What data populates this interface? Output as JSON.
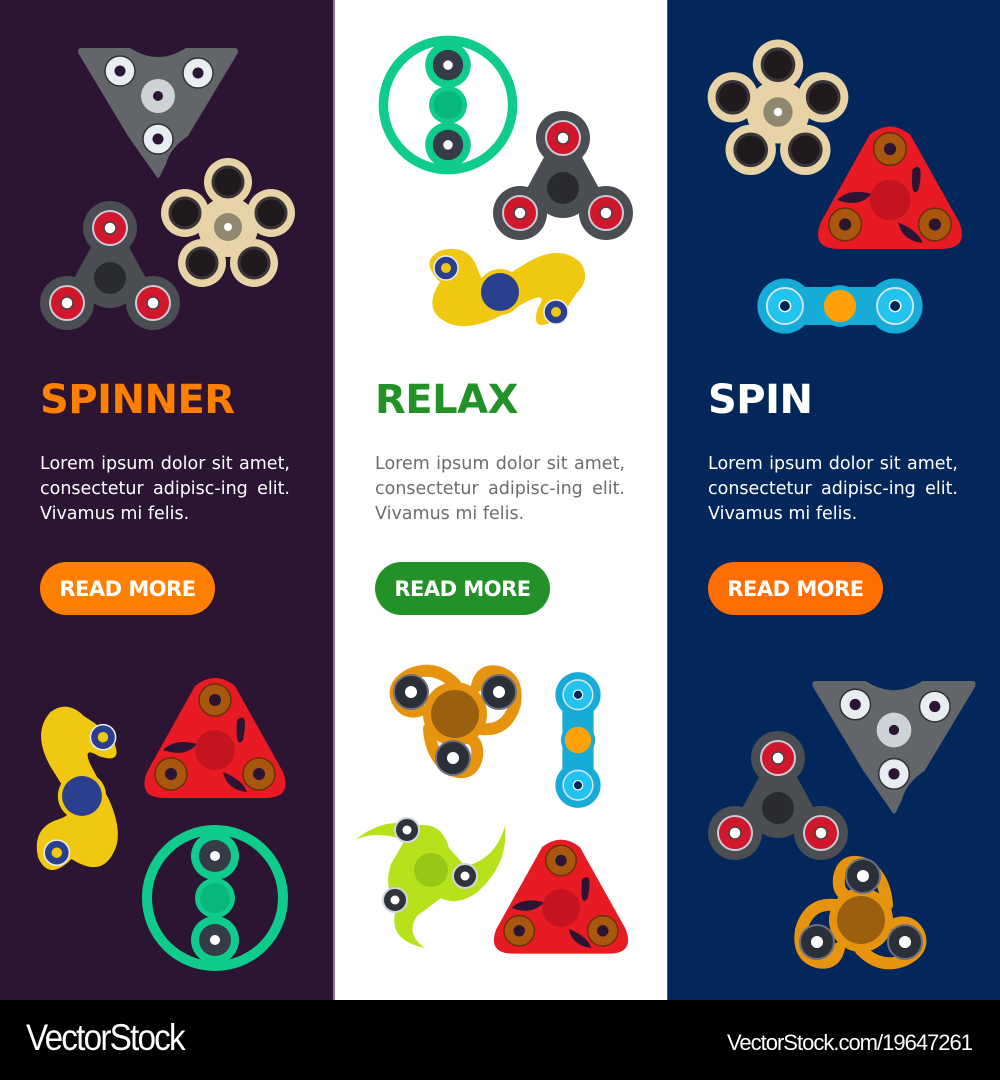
{
  "colors": {
    "col1_bg": "#2b1533",
    "col2_bg": "#ffffff",
    "col3_bg": "#03275b",
    "orange": "#ff8000",
    "orange_alt": "#ff6e00",
    "green": "#229128",
    "text_light": "#ffffff",
    "text_gray": "#6d6d6d"
  },
  "banners": [
    {
      "title": "SPINNER",
      "title_color": "#ff8000",
      "body": "Lorem ipsum dolor sit amet, consectetur adipisc-ing elit. Vivamus mi felis.",
      "button_label": "READ MORE",
      "button_color": "#ff8000",
      "illustrations_top": [
        "triangle-spinner-gray",
        "tri-spinner-dark-red",
        "five-lobe-spinner-beige"
      ],
      "illustrations_bottom": [
        "s-spinner-yellow",
        "triangle-spinner-red",
        "ring-spinner-green"
      ]
    },
    {
      "title": "RELAX",
      "title_color": "#229128",
      "body": "Lorem ipsum dolor sit amet, consectetur adipisc-ing elit. Vivamus mi felis.",
      "button_label": "READ MORE",
      "button_color": "#229128",
      "illustrations_top": [
        "ring-spinner-green",
        "tri-spinner-dark-red",
        "s-spinner-yellow"
      ],
      "illustrations_bottom": [
        "curl-spinner-orange",
        "bar-spinner-blue",
        "blade-spinner-lime",
        "triangle-spinner-red"
      ]
    },
    {
      "title": "SPIN",
      "title_color": "#ffffff",
      "body": "Lorem ipsum dolor sit amet, consectetur adipisc-ing elit. Vivamus mi felis.",
      "button_label": "READ MORE",
      "button_color": "#ff6e00",
      "illustrations_top": [
        "five-lobe-spinner-beige",
        "triangle-spinner-red",
        "bar-spinner-blue"
      ],
      "illustrations_bottom": [
        "triangle-spinner-gray",
        "tri-spinner-dark-red",
        "curl-spinner-orange"
      ]
    }
  ],
  "footer": {
    "brand": "VectorStock",
    "url": "VectorStock.com/19647261"
  }
}
